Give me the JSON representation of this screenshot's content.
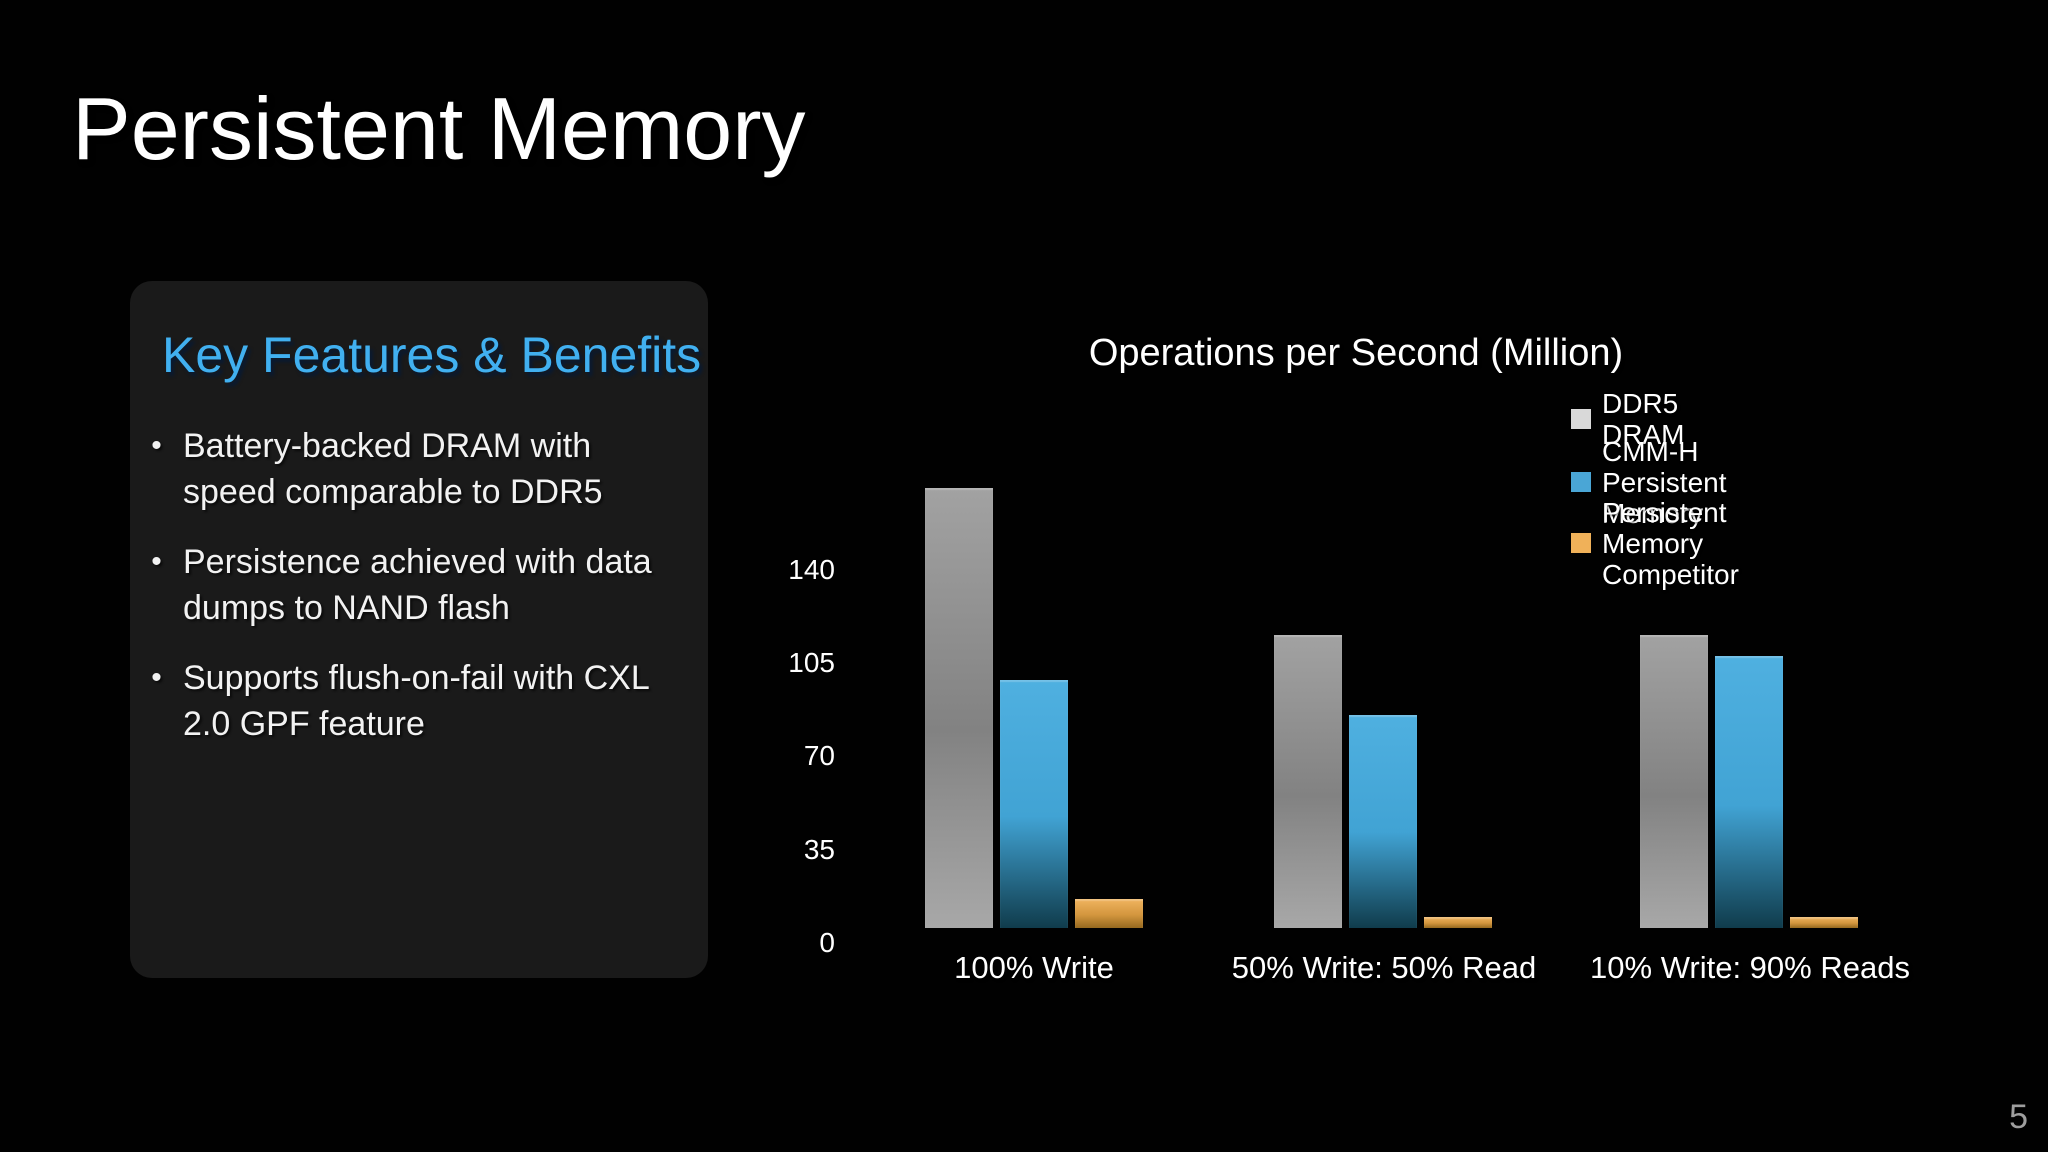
{
  "slide": {
    "title": "Persistent Memory",
    "page_number": "5",
    "background_color": "#010101"
  },
  "features": {
    "heading": "Key Features & Benefits",
    "heading_color": "#41b0f0",
    "panel_color": "#1a1a1a",
    "bullet_char": "•",
    "bullets": [
      "Battery-backed DRAM with\nspeed comparable to DDR5",
      "Persistence achieved with data\ndumps to NAND flash",
      "Supports flush-on-fail with CXL\n2.0 GPF feature"
    ]
  },
  "chart_data": {
    "type": "bar",
    "title": "Operations per Second (Million)",
    "categories": [
      "100% Write",
      "50% Write: 50% Read",
      "10% Write: 90% Reads"
    ],
    "series": [
      {
        "name": "DDR5 DRAM",
        "legend_label": "DDR5 DRAM",
        "color": "#d9d9d9",
        "bar_gradient": [
          "#a2a2a2",
          "#828282",
          "#a8a8a8"
        ],
        "values": [
          165,
          110,
          110
        ]
      },
      {
        "name": "CMM-H Persistent Memory",
        "legend_label": "CMM-H\nPersistent Memory",
        "color": "#4aa6d6",
        "bar_gradient": [
          "#4fb0e0",
          "#41a3d4",
          "#103c4c"
        ],
        "values": [
          93,
          80,
          102
        ]
      },
      {
        "name": "Persistent Memory Competitor",
        "legend_label": "Persistent Memory Competitor",
        "color": "#f0b159",
        "bar_gradient": [
          "#f0b45f",
          "#d3963e",
          "#96691f"
        ],
        "values": [
          11,
          4,
          4
        ]
      }
    ],
    "yticks": [
      0,
      35,
      70,
      105,
      140
    ],
    "ylim": [
      0,
      175
    ],
    "grid": false,
    "legend_position": "top-right"
  }
}
